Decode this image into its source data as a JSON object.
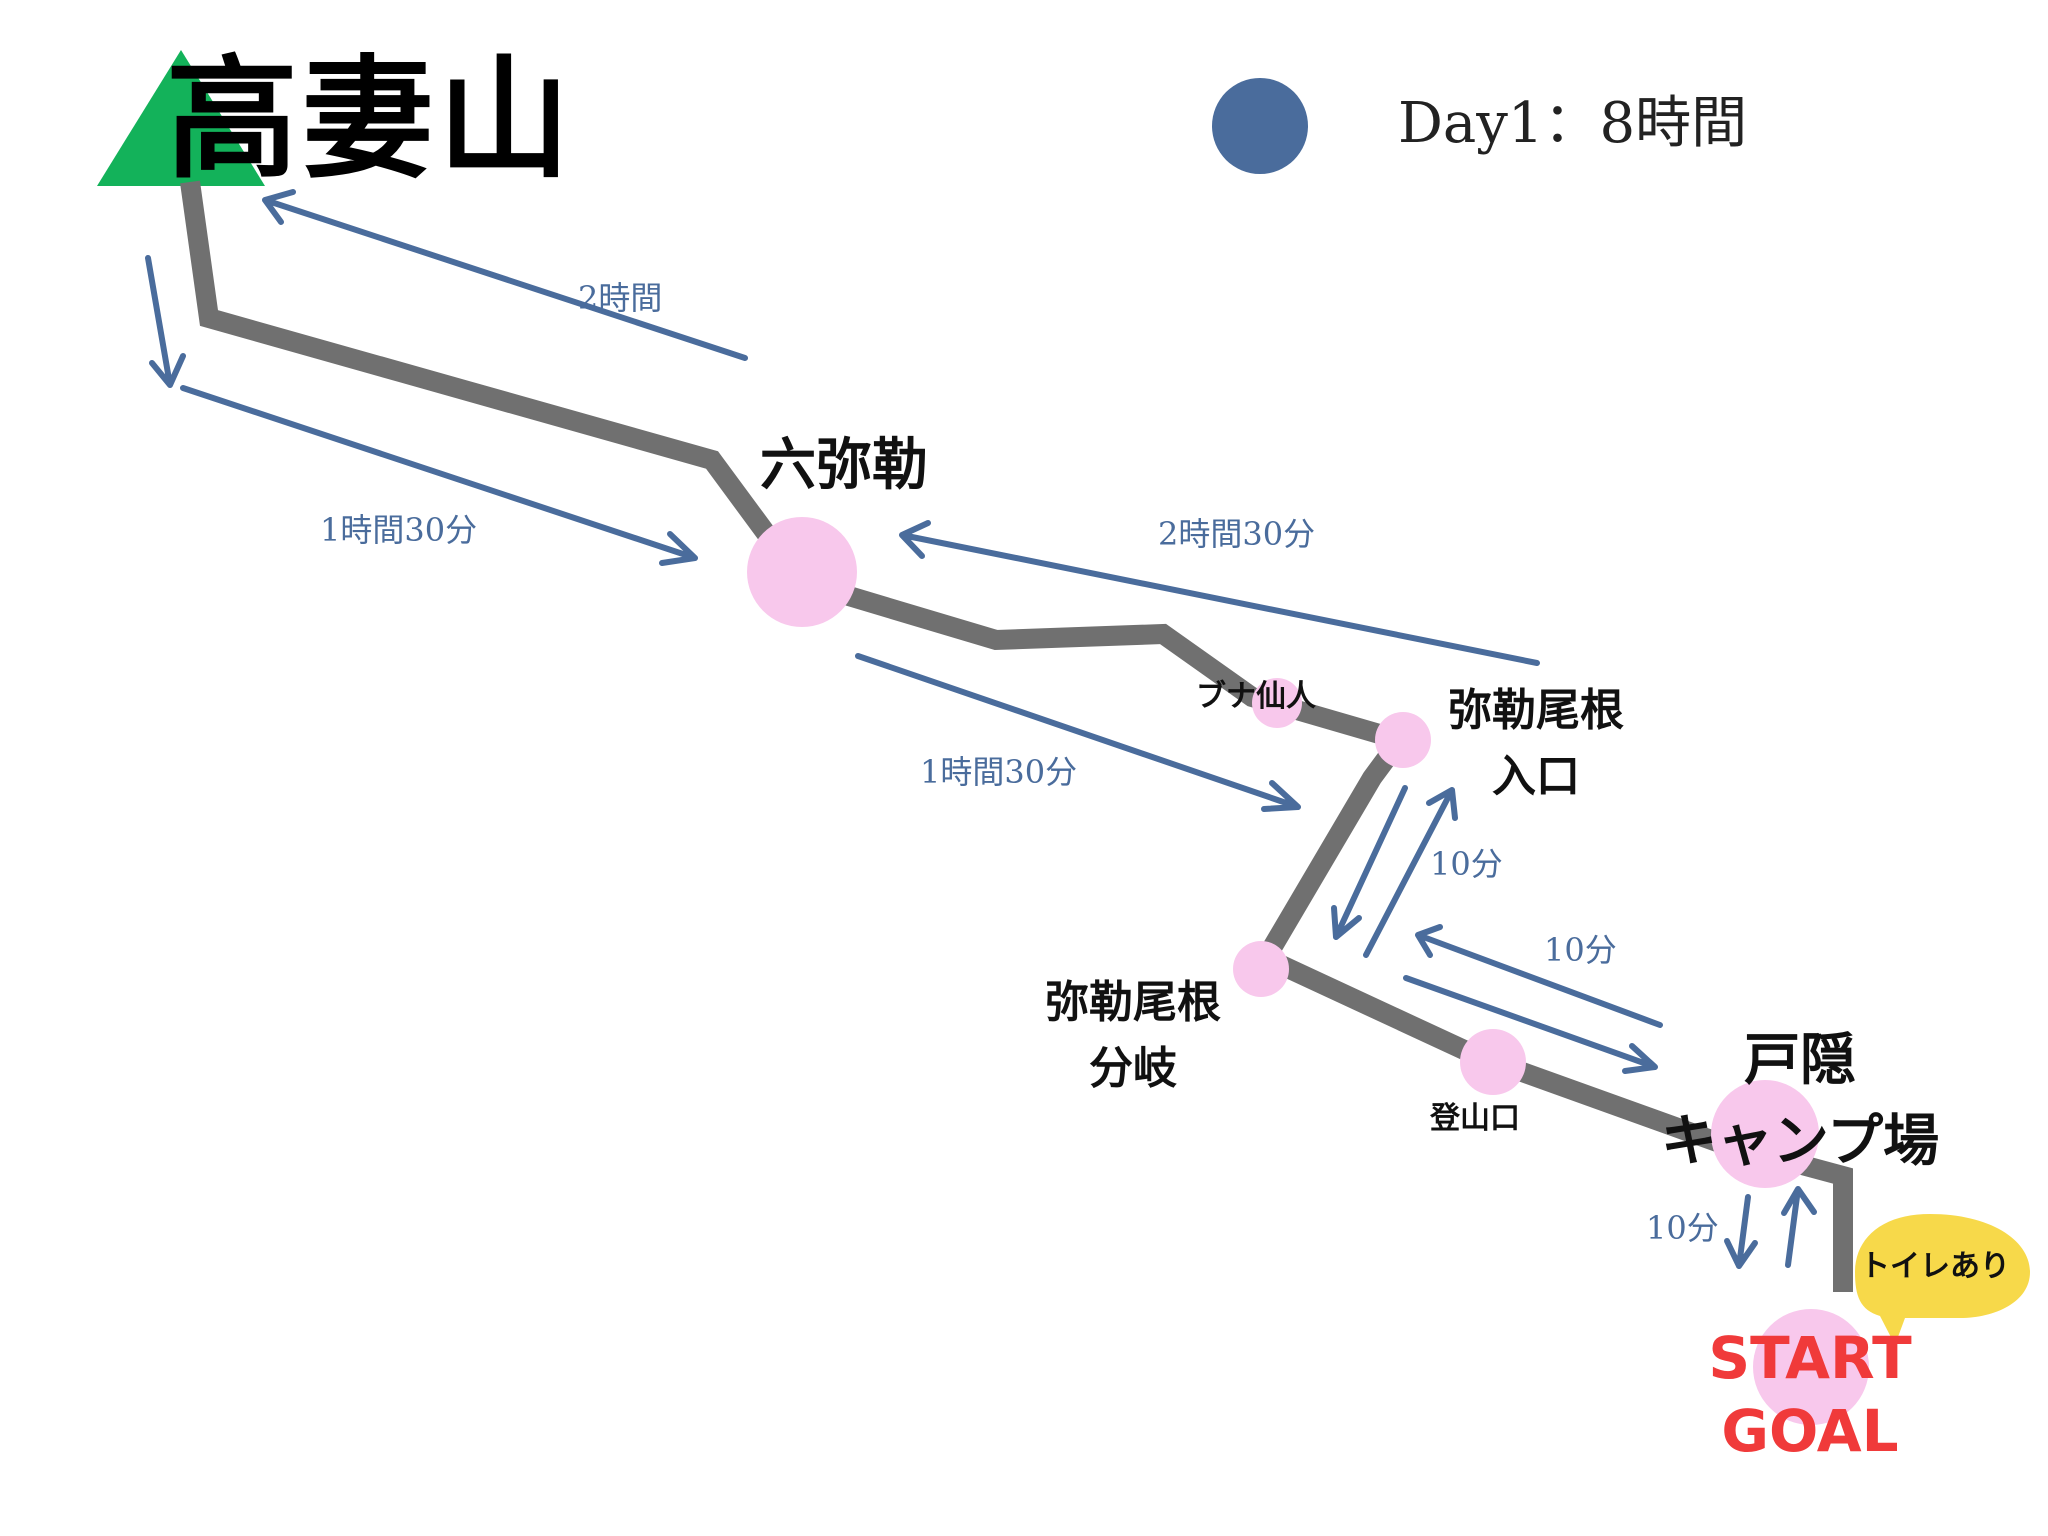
{
  "title": "高妻山",
  "legend": {
    "label": "Day1：8時間"
  },
  "places": {
    "rokumiroku": "六弥勒",
    "buna_sennin": "ブナ仙人",
    "miroku_entrance_1": "弥勒尾根",
    "miroku_entrance_2": "入口",
    "miroku_branch_1": "弥勒尾根",
    "miroku_branch_2": "分岐",
    "trailhead": "登山口",
    "campsite_1": "戸隠",
    "campsite_2": "キャンプ場"
  },
  "times": {
    "summit_to_rokumiroku": "1時間30分",
    "rokumiroku_to_summit": "2時間",
    "rokumiroku_to_entrance": "1時間30分",
    "entrance_to_rokumiroku": "2時間30分",
    "branch_entrance": "10分",
    "camp_branch": "10分",
    "start_camp": "10分"
  },
  "start": {
    "line1": "START",
    "line2": "GOAL"
  },
  "note": "トイレあり",
  "colors": {
    "route": "#707070",
    "arrow": "#4a6c9c",
    "waypoint": "#f8c8ec",
    "summit": "#13b25a",
    "legend_dot": "#4a6c9c",
    "start_text": "#f03a3a",
    "note_bubble": "#f7d94a"
  },
  "icons": {
    "summit": "summit-triangle-icon",
    "legend": "day1-dot-icon"
  }
}
